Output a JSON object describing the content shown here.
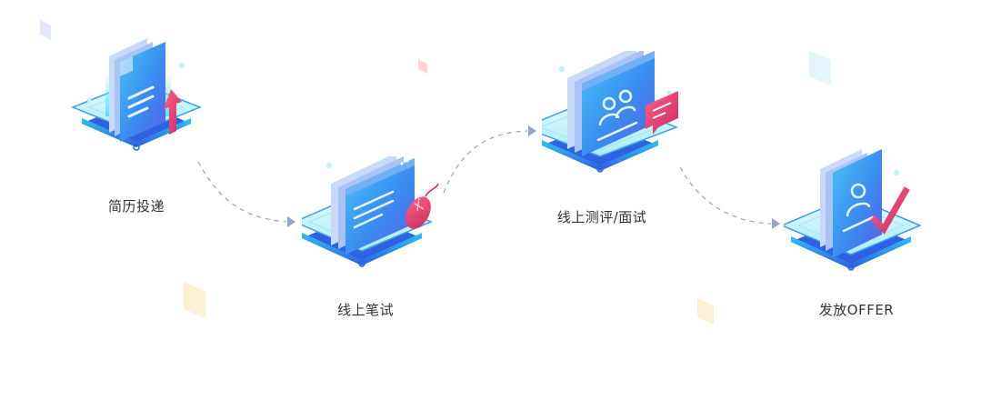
{
  "colors": {
    "platform_top": "#c8f4fb",
    "platform_edge": "#2f7de1",
    "platform_base": "#1ea6e8",
    "card": "#2e8df2",
    "card_dark": "#5a62e8",
    "accent_red": "#e9436b",
    "connector": "#8fa7c4",
    "label": "#333333"
  },
  "steps": [
    {
      "label": "简历投递",
      "icon": "resume-document-upload-icon"
    },
    {
      "label": "线上笔试",
      "icon": "online-test-browser-mouse-icon"
    },
    {
      "label": "线上测评/面试",
      "icon": "video-interview-chat-icon"
    },
    {
      "label": "发放OFFER",
      "icon": "offer-profile-check-icon"
    }
  ]
}
